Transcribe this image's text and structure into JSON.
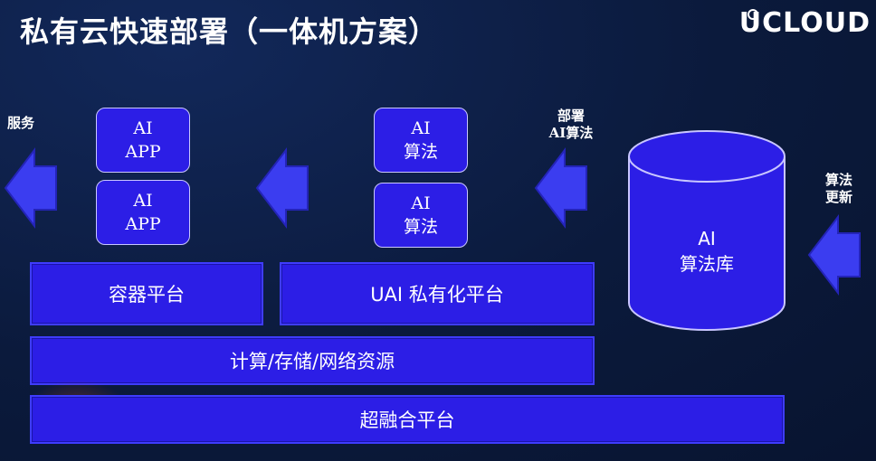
{
  "title": "私有云快速部署（一体机方案）",
  "logo": "UCLOUD",
  "labels": {
    "serve": "服务",
    "deploy_line1": "部署",
    "deploy_line2": "AI算法",
    "update_line1": "算法",
    "update_line2": "更新"
  },
  "app_boxes": [
    {
      "line1": "AI",
      "line2": "APP"
    },
    {
      "line1": "AI",
      "line2": "APP"
    }
  ],
  "algo_boxes": [
    {
      "line1": "AI",
      "line2": "算法"
    },
    {
      "line1": "AI",
      "line2": "算法"
    }
  ],
  "library": {
    "line1": "AI",
    "line2": "算法库"
  },
  "platforms": {
    "container": "容器平台",
    "uai": "UAI 私有化平台",
    "resources": "计算/存储/网络资源",
    "hyper": "超融合平台"
  },
  "colors": {
    "background": "#0b1a3c",
    "box_fill": "#2c1ee6",
    "arrow_fill": "#3b3df0"
  }
}
